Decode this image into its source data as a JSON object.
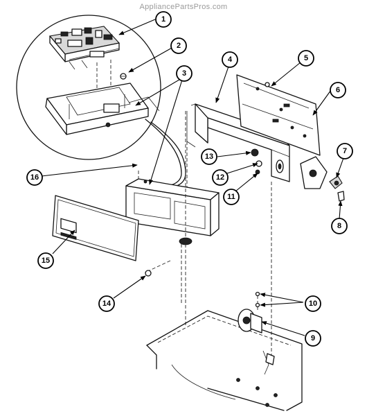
{
  "watermark": "AppliancePartsPros.com",
  "callouts": [
    "1",
    "2",
    "3",
    "4",
    "5",
    "6",
    "7",
    "8",
    "9",
    "10",
    "11",
    "12",
    "13",
    "14",
    "15",
    "16"
  ],
  "colors": {
    "line": "#111111",
    "background": "#ffffff",
    "watermark": "#9a9a9a"
  }
}
